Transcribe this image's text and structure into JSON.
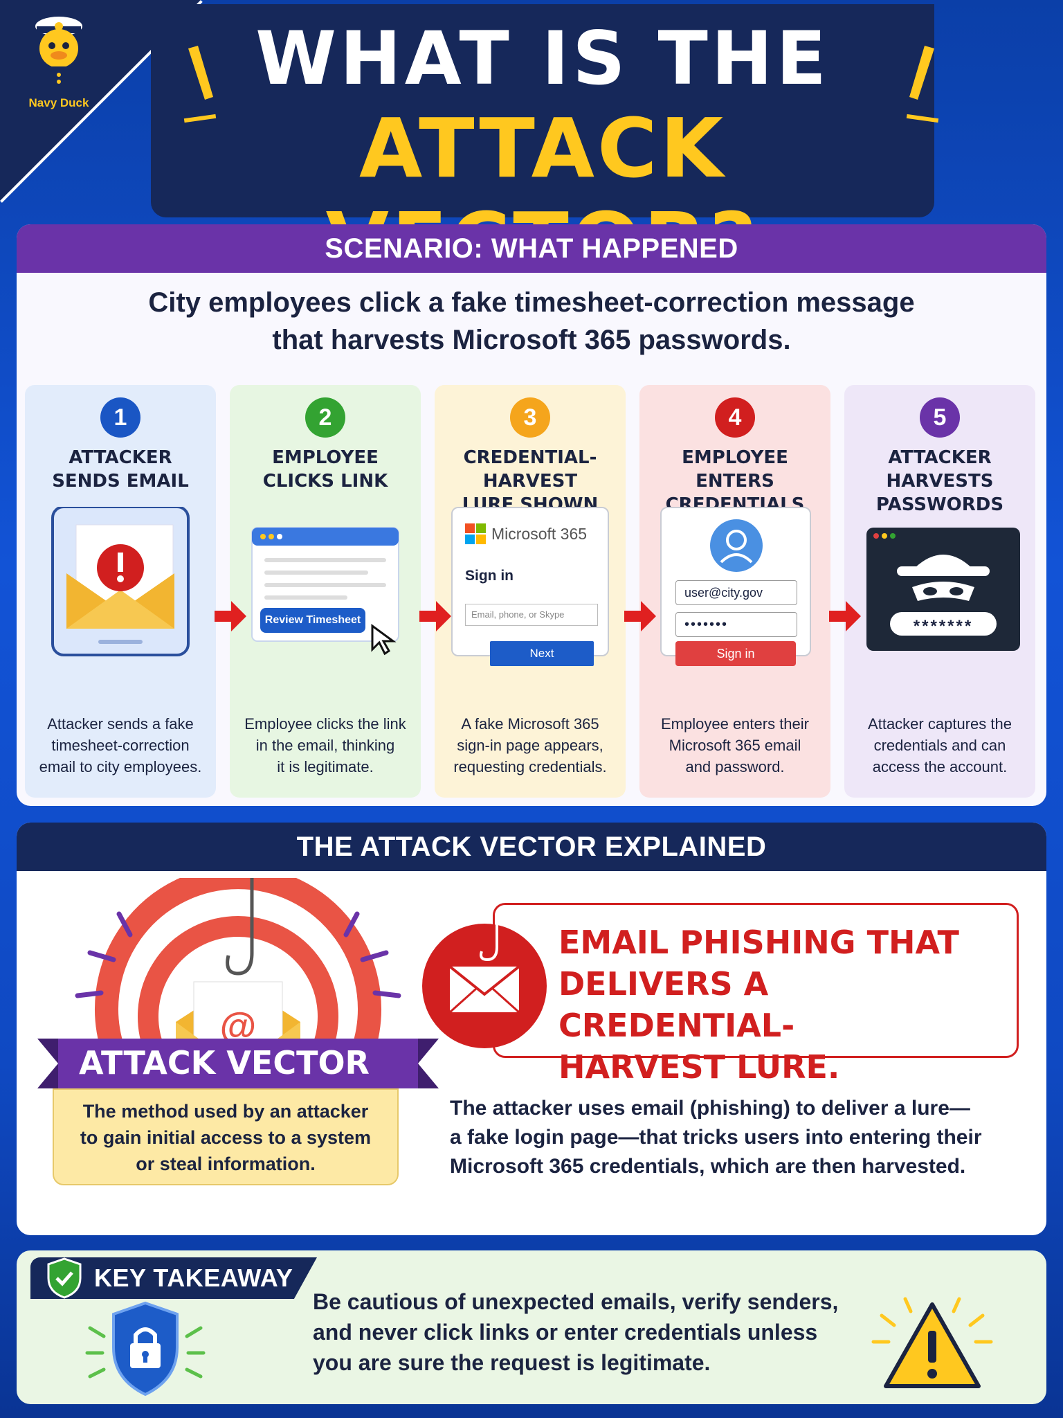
{
  "brand": {
    "name": "Navy Duck"
  },
  "title": {
    "line1": "WHAT IS THE",
    "line2": "ATTACK VECTOR?"
  },
  "scenario": {
    "heading": "SCENARIO: WHAT HAPPENED",
    "summary_line1": "City employees click a fake timesheet-correction message",
    "summary_line2": "that harvests Microsoft 365 passwords."
  },
  "steps": [
    {
      "number": "1",
      "color": "#1a56c4",
      "bg": "#e2ecfb",
      "title": [
        "ATTACKER",
        "SENDS EMAIL"
      ],
      "desc": [
        "Attacker sends a fake",
        "timesheet-correction",
        "email to city employees."
      ]
    },
    {
      "number": "2",
      "color": "#33a332",
      "bg": "#e7f6e2",
      "title": [
        "EMPLOYEE",
        "CLICKS LINK"
      ],
      "desc": [
        "Employee clicks the link",
        "in the email, thinking",
        "it is legitimate."
      ],
      "button_label": "Review Timesheet"
    },
    {
      "number": "3",
      "color": "#f5a51c",
      "bg": "#fdf3d7",
      "title": [
        "CREDENTIAL-HARVEST",
        "LURE SHOWN"
      ],
      "desc": [
        "A fake Microsoft 365",
        "sign-in page appears,",
        "requesting credentials."
      ],
      "brand_label": "Microsoft 365",
      "signin_label": "Sign in",
      "input_placeholder": "Email, phone, or Skype",
      "next_label": "Next"
    },
    {
      "number": "4",
      "color": "#d11f1f",
      "bg": "#fbe1e1",
      "title": [
        "EMPLOYEE ENTERS",
        "CREDENTIALS"
      ],
      "desc": [
        "Employee enters their",
        "Microsoft 365 email",
        "and password."
      ],
      "email_value": "user@city.gov",
      "password_value": "•••••••",
      "signin_label": "Sign in"
    },
    {
      "number": "5",
      "color": "#6a33a8",
      "bg": "#eee7f8",
      "title": [
        "ATTACKER HARVESTS",
        "PASSWORDS"
      ],
      "desc": [
        "Attacker captures the",
        "credentials and can",
        "access the account."
      ],
      "password_value": "*******"
    }
  ],
  "explained": {
    "heading": "THE ATTACK VECTOR EXPLAINED",
    "badge": "ATTACK VECTOR",
    "definition": [
      "The method used by an attacker",
      "to gain initial access to a system",
      "or steal information."
    ],
    "at_symbol": "@",
    "headline": [
      "EMAIL PHISHING THAT",
      "DELIVERS A CREDENTIAL-",
      "HARVEST LURE."
    ],
    "explanation": [
      "The attacker uses email (phishing) to deliver a lure—",
      "a fake login page—that tricks users into entering their",
      "Microsoft 365 credentials, which are then harvested."
    ]
  },
  "takeaway": {
    "heading": "KEY TAKEAWAY",
    "text": [
      "Be cautious of unexpected emails, verify senders,",
      "and never click links or enter credentials unless",
      "you are sure the request is legitimate."
    ]
  },
  "icons": [
    "duck-captain-logo",
    "warning-icon",
    "cursor-icon",
    "user-avatar-icon",
    "hacker-icon",
    "fish-hook-icon",
    "envelope-icon",
    "check-shield-icon",
    "padlock-shield-icon",
    "alert-triangle-icon"
  ]
}
